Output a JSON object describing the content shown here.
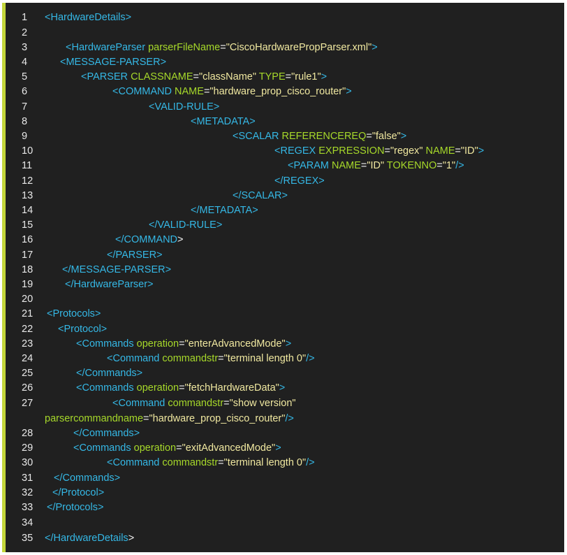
{
  "editor": {
    "lines": [
      {
        "n": "1",
        "tokens": [
          {
            "t": "tag",
            "v": "<HardwareDetails>"
          }
        ]
      },
      {
        "n": "2",
        "tokens": []
      },
      {
        "n": "3",
        "tokens": [
          {
            "t": "tag",
            "v": "<HardwareParser "
          },
          {
            "t": "attr",
            "v": "parserFileName"
          },
          {
            "t": "plain",
            "v": "="
          },
          {
            "t": "str",
            "v": "\"CiscoHardwarePropParser.xml\""
          },
          {
            "t": "tag",
            "v": ">"
          }
        ]
      },
      {
        "n": "4",
        "tokens": [
          {
            "t": "tag",
            "v": "<MESSAGE-PARSER>"
          }
        ]
      },
      {
        "n": "5",
        "tokens": [
          {
            "t": "tag",
            "v": "<PARSER "
          },
          {
            "t": "attr",
            "v": "CLASSNAME"
          },
          {
            "t": "plain",
            "v": "="
          },
          {
            "t": "str",
            "v": "\"className\" "
          },
          {
            "t": "attr",
            "v": "TYPE"
          },
          {
            "t": "plain",
            "v": "="
          },
          {
            "t": "str",
            "v": "\"rule1\""
          },
          {
            "t": "tag",
            "v": ">"
          }
        ]
      },
      {
        "n": "6",
        "tokens": [
          {
            "t": "tag",
            "v": "<COMMAND "
          },
          {
            "t": "attr",
            "v": "NAME"
          },
          {
            "t": "plain",
            "v": "="
          },
          {
            "t": "str",
            "v": "\"hardware_prop_cisco_router\""
          },
          {
            "t": "tag",
            "v": ">"
          }
        ]
      },
      {
        "n": "7",
        "tokens": [
          {
            "t": "tag",
            "v": "<VALID-RULE>"
          }
        ]
      },
      {
        "n": "8",
        "tokens": [
          {
            "t": "tag",
            "v": "<METADATA>"
          }
        ]
      },
      {
        "n": "9",
        "tokens": [
          {
            "t": "tag",
            "v": "<SCALAR "
          },
          {
            "t": "attr",
            "v": "REFERENCEREQ"
          },
          {
            "t": "plain",
            "v": "="
          },
          {
            "t": "str",
            "v": "\"false\""
          },
          {
            "t": "tag",
            "v": ">"
          }
        ]
      },
      {
        "n": "10",
        "tokens": [
          {
            "t": "tag",
            "v": "<REGEX "
          },
          {
            "t": "attr",
            "v": "EXPRESSION"
          },
          {
            "t": "plain",
            "v": "="
          },
          {
            "t": "str",
            "v": "\"regex\" "
          },
          {
            "t": "attr",
            "v": "NAME"
          },
          {
            "t": "plain",
            "v": "="
          },
          {
            "t": "str",
            "v": "\"ID\""
          },
          {
            "t": "tag",
            "v": ">"
          }
        ]
      },
      {
        "n": "11",
        "tokens": [
          {
            "t": "tag",
            "v": "<PARAM "
          },
          {
            "t": "attr",
            "v": "NAME"
          },
          {
            "t": "plain",
            "v": "="
          },
          {
            "t": "str",
            "v": "\"ID\" "
          },
          {
            "t": "attr",
            "v": "TOKENNO"
          },
          {
            "t": "plain",
            "v": "="
          },
          {
            "t": "str",
            "v": "\"1\""
          },
          {
            "t": "tag",
            "v": "/>"
          }
        ]
      },
      {
        "n": "12",
        "tokens": [
          {
            "t": "tag",
            "v": "</REGEX>"
          }
        ]
      },
      {
        "n": "13",
        "tokens": [
          {
            "t": "tag",
            "v": "</SCALAR>"
          }
        ]
      },
      {
        "n": "14",
        "tokens": [
          {
            "t": "tag",
            "v": "</METADATA>"
          }
        ]
      },
      {
        "n": "15",
        "tokens": [
          {
            "t": "tag",
            "v": "</VALID-RULE>"
          }
        ]
      },
      {
        "n": "16",
        "tokens": [
          {
            "t": "tag",
            "v": "</COMMAND"
          },
          {
            "t": "plain",
            "v": ">"
          }
        ]
      },
      {
        "n": "17",
        "tokens": [
          {
            "t": "tag",
            "v": "</PARSER>"
          }
        ]
      },
      {
        "n": "18",
        "tokens": [
          {
            "t": "tag",
            "v": "</MESSAGE-PARSER>"
          }
        ]
      },
      {
        "n": "19",
        "tokens": [
          {
            "t": "tag",
            "v": "</HardwareParser>"
          }
        ]
      },
      {
        "n": "20",
        "tokens": []
      },
      {
        "n": "21",
        "tokens": [
          {
            "t": "tag",
            "v": "<Protocols>"
          }
        ]
      },
      {
        "n": "22",
        "tokens": [
          {
            "t": "tag",
            "v": "<Protocol>"
          }
        ]
      },
      {
        "n": "23",
        "tokens": [
          {
            "t": "tag",
            "v": "<Commands "
          },
          {
            "t": "attr",
            "v": "operation"
          },
          {
            "t": "plain",
            "v": "="
          },
          {
            "t": "str",
            "v": "\"enterAdvancedMode\""
          },
          {
            "t": "tag",
            "v": ">"
          }
        ]
      },
      {
        "n": "24",
        "tokens": [
          {
            "t": "tag",
            "v": "<Command "
          },
          {
            "t": "attr",
            "v": "commandstr"
          },
          {
            "t": "plain",
            "v": "="
          },
          {
            "t": "str",
            "v": "\"terminal length 0\""
          },
          {
            "t": "tag",
            "v": "/>"
          }
        ]
      },
      {
        "n": "25",
        "tokens": [
          {
            "t": "tag",
            "v": "</Commands>"
          }
        ]
      },
      {
        "n": "26",
        "tokens": [
          {
            "t": "tag",
            "v": "<Commands "
          },
          {
            "t": "attr",
            "v": "operation"
          },
          {
            "t": "plain",
            "v": "="
          },
          {
            "t": "str",
            "v": "\"fetchHardwareData\""
          },
          {
            "t": "tag",
            "v": ">"
          }
        ]
      },
      {
        "n": "27",
        "tokens": [
          {
            "t": "tag",
            "v": "<Command "
          },
          {
            "t": "attr",
            "v": "commandstr"
          },
          {
            "t": "plain",
            "v": "="
          },
          {
            "t": "str",
            "v": "\"show version\""
          }
        ]
      },
      {
        "n": "",
        "tokens": [
          {
            "t": "attr",
            "v": "parsercommandname"
          },
          {
            "t": "plain",
            "v": "="
          },
          {
            "t": "str",
            "v": "\"hardware_prop_cisco_router\""
          },
          {
            "t": "tag",
            "v": "/>"
          }
        ]
      },
      {
        "n": "28",
        "tokens": [
          {
            "t": "tag",
            "v": "</Commands>"
          }
        ]
      },
      {
        "n": "29",
        "tokens": [
          {
            "t": "tag",
            "v": "<Commands "
          },
          {
            "t": "attr",
            "v": "operation"
          },
          {
            "t": "plain",
            "v": "="
          },
          {
            "t": "str",
            "v": "\"exitAdvancedMode\""
          },
          {
            "t": "tag",
            "v": ">"
          }
        ]
      },
      {
        "n": "30",
        "tokens": [
          {
            "t": "tag",
            "v": "<Command "
          },
          {
            "t": "attr",
            "v": "commandstr"
          },
          {
            "t": "plain",
            "v": "="
          },
          {
            "t": "str",
            "v": "\"terminal length 0\""
          },
          {
            "t": "tag",
            "v": "/>"
          }
        ]
      },
      {
        "n": "31",
        "tokens": [
          {
            "t": "tag",
            "v": "</Commands>"
          }
        ]
      },
      {
        "n": "32",
        "tokens": [
          {
            "t": "tag",
            "v": "</Protocol>"
          }
        ]
      },
      {
        "n": "33",
        "tokens": [
          {
            "t": "tag",
            "v": "</Protocols>"
          }
        ]
      },
      {
        "n": "34",
        "tokens": []
      },
      {
        "n": "35",
        "tokens": [
          {
            "t": "tag",
            "v": "</HardwareDetails"
          },
          {
            "t": "plain",
            "v": ">"
          }
        ]
      }
    ]
  },
  "colors": {
    "background": "#202020",
    "gutter_bar": "#c3d63a",
    "tag": "#35b8e6",
    "attribute": "#a6d82a",
    "string": "#f0e8a0",
    "line_number": "#e8e8e8"
  }
}
